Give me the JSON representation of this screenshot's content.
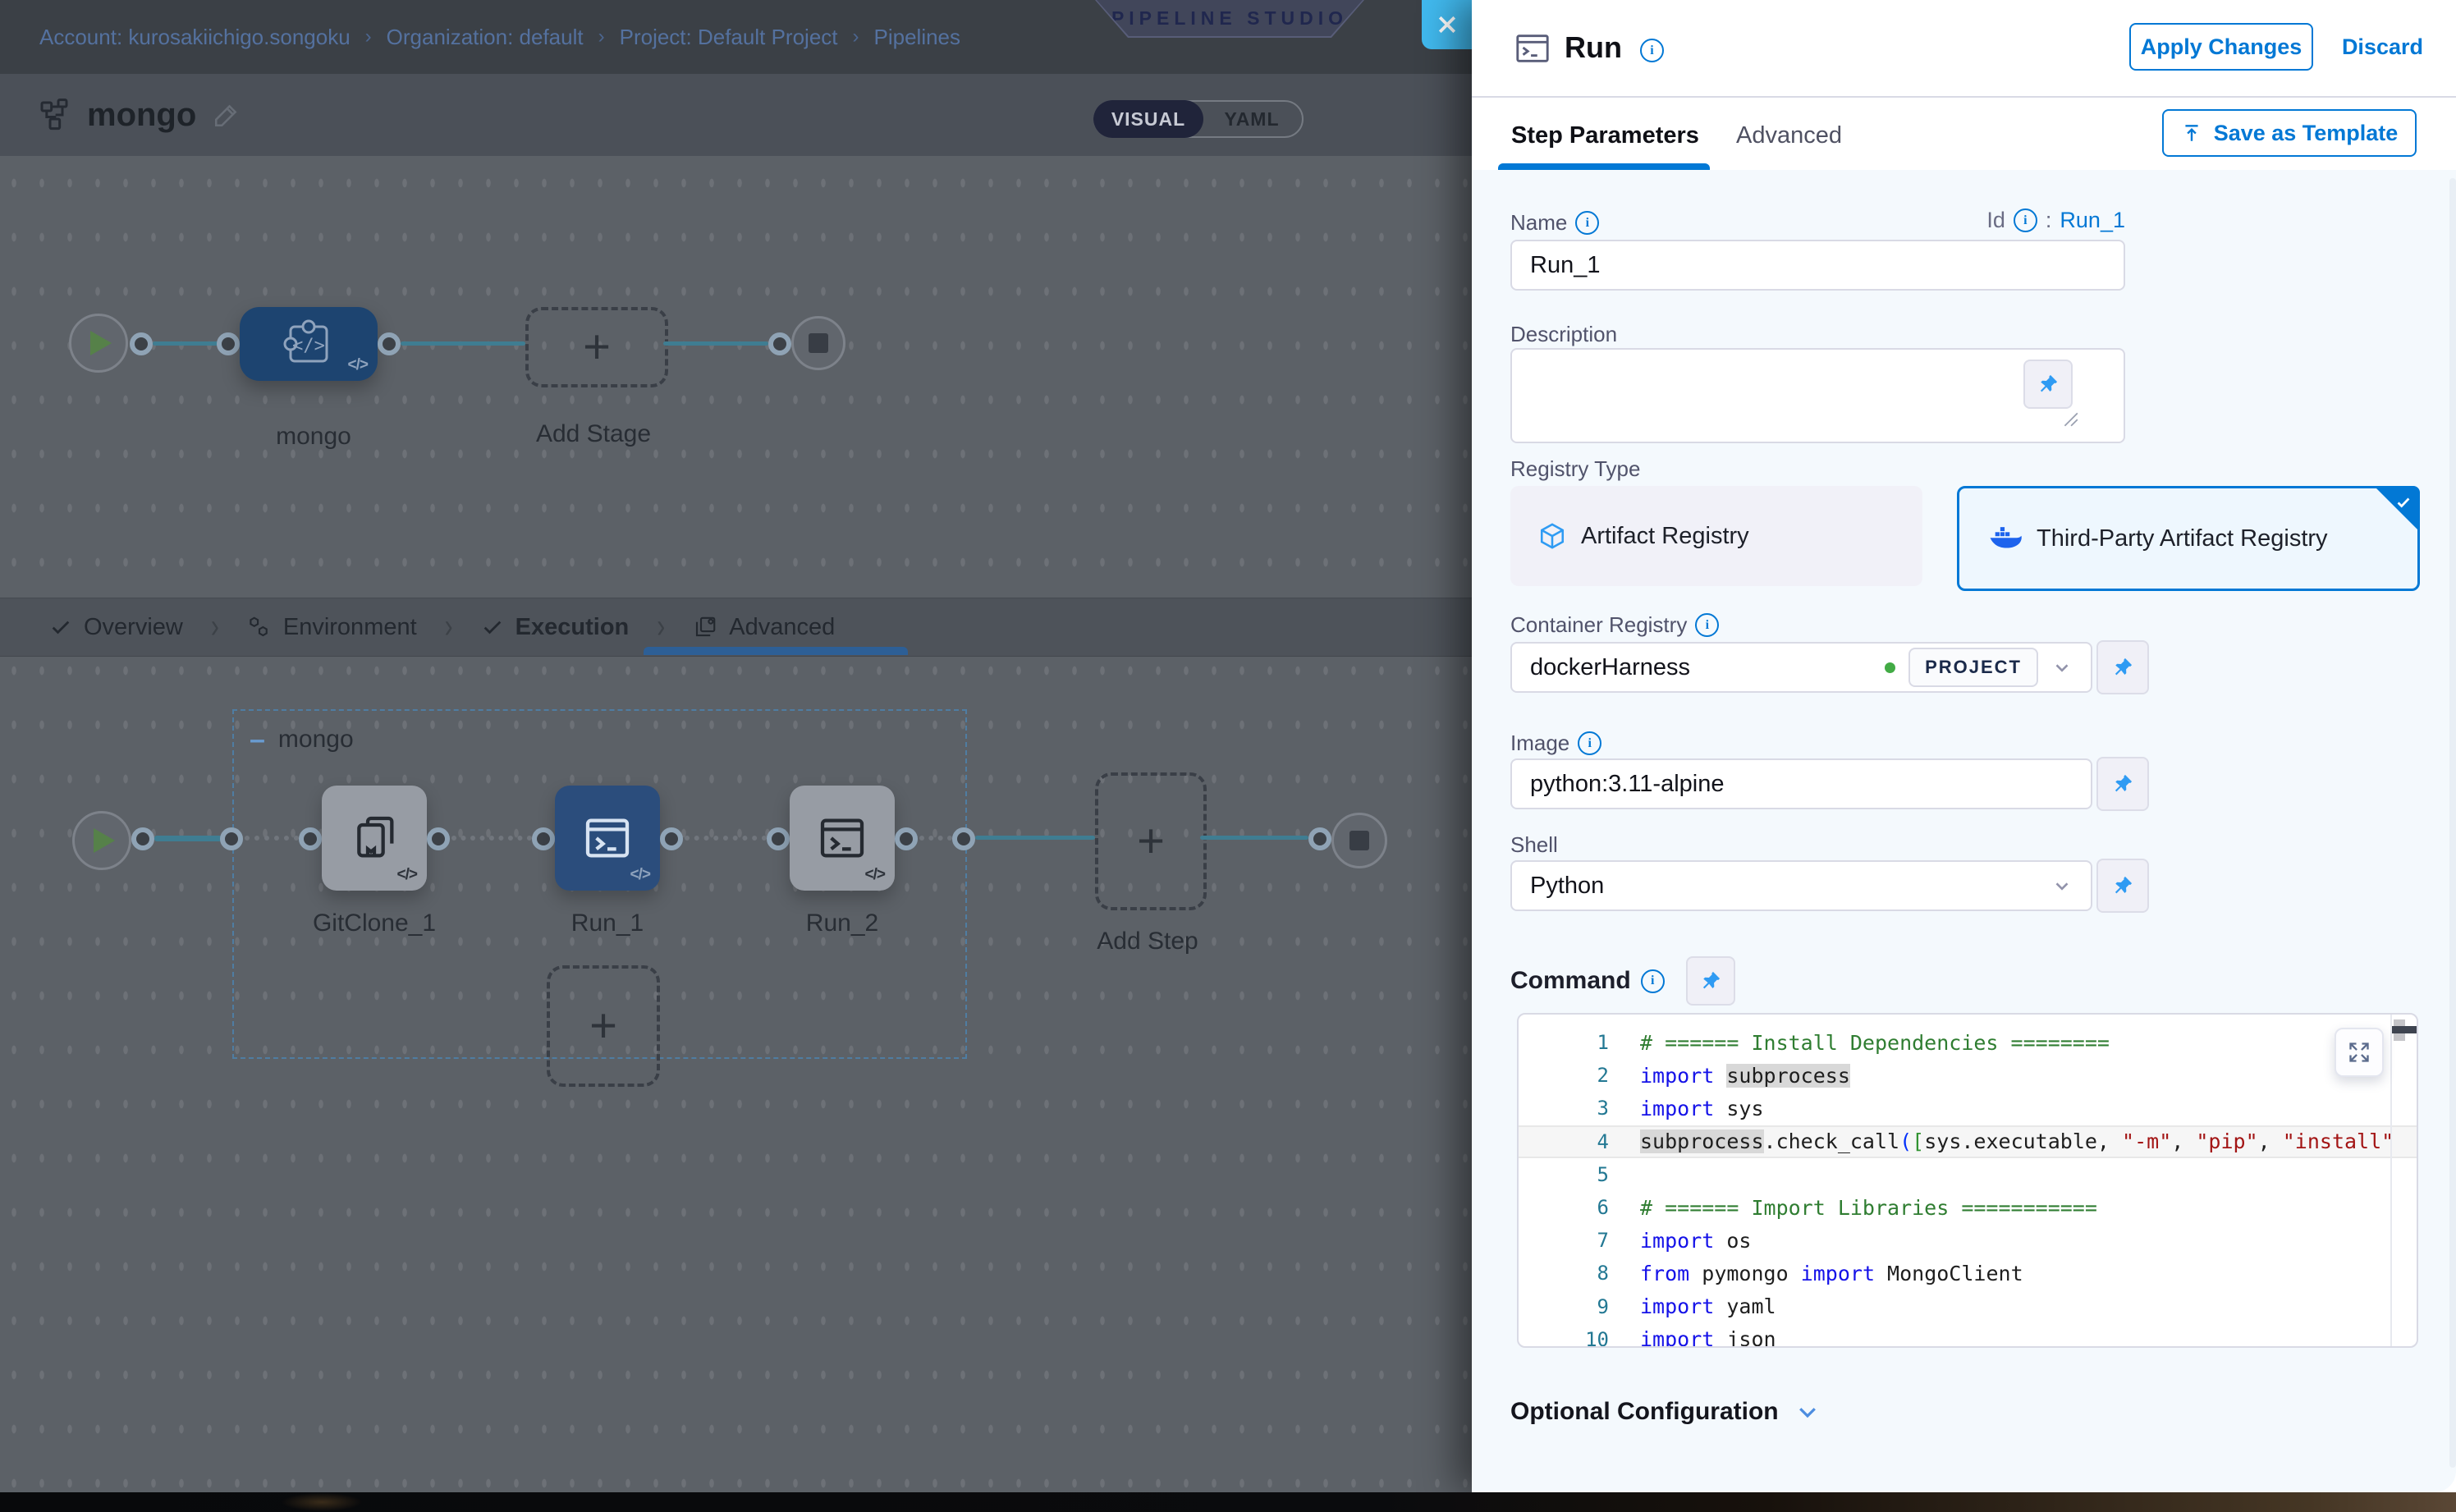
{
  "colors": {
    "accent": "#0278d5",
    "pin": "#2f9bf3",
    "close_btn": "#41b9ee",
    "tab_underline": "#0278d5",
    "code_comment": "#2f7d31",
    "code_keyword": "#1512e8",
    "code_string": "#a31515",
    "code_paren": "#0431fa",
    "code_bracket": "#319331"
  },
  "breadcrumb": {
    "items": [
      "Account: kurosakiichigo.songoku",
      "Organization: default",
      "Project: Default Project",
      "Pipelines"
    ],
    "separator": "›"
  },
  "studio_badge": "PIPELINE STUDIO",
  "pipeline_header": {
    "name": "mongo",
    "view_toggle": {
      "visual": "VISUAL",
      "yaml": "YAML",
      "selected": "VISUAL"
    }
  },
  "stage_graph": {
    "stage_label": "mongo",
    "add_stage_label": "Add Stage"
  },
  "pipeline_tabs": {
    "separator": "›",
    "items": [
      {
        "label": "Overview",
        "active": false
      },
      {
        "label": "Environment",
        "active": false
      },
      {
        "label": "Execution",
        "active": true
      },
      {
        "label": "Advanced",
        "active": false
      }
    ]
  },
  "execution_graph": {
    "group_label": "mongo",
    "steps": [
      "GitClone_1",
      "Run_1",
      "Run_2"
    ],
    "selected_step": "Run_1",
    "add_step_label": "Add Step"
  },
  "panel": {
    "title": "Run",
    "apply_button": "Apply Changes",
    "discard_button": "Discard",
    "tabs": {
      "step_parameters": "Step Parameters",
      "advanced": "Advanced"
    },
    "save_as_template": "Save as Template",
    "form": {
      "name_label": "Name",
      "name_value": "Run_1",
      "id_label": "Id",
      "id_colon": ":",
      "id_value": "Run_1",
      "description_label": "Description",
      "description_value": "",
      "registry_type_label": "Registry Type",
      "artifact_registry": "Artifact Registry",
      "third_party_registry": "Third-Party Artifact Registry",
      "container_registry_label": "Container Registry",
      "container_registry_value": "dockerHarness",
      "scope_badge": "PROJECT",
      "image_label": "Image",
      "image_value": "python:3.11-alpine",
      "shell_label": "Shell",
      "shell_value": "Python",
      "command_label": "Command"
    },
    "command_editor": {
      "highlight_word": "subprocess",
      "current_line": 4,
      "lines": [
        "# ====== Install Dependencies ========",
        "import subprocess",
        "import sys",
        "subprocess.check_call([sys.executable, \"-m\", \"pip\", \"install\",",
        "",
        "# ====== Import Libraries ===========",
        "import os",
        "from pymongo import MongoClient",
        "import yaml",
        "import json"
      ]
    },
    "optional_configuration": "Optional Configuration"
  }
}
